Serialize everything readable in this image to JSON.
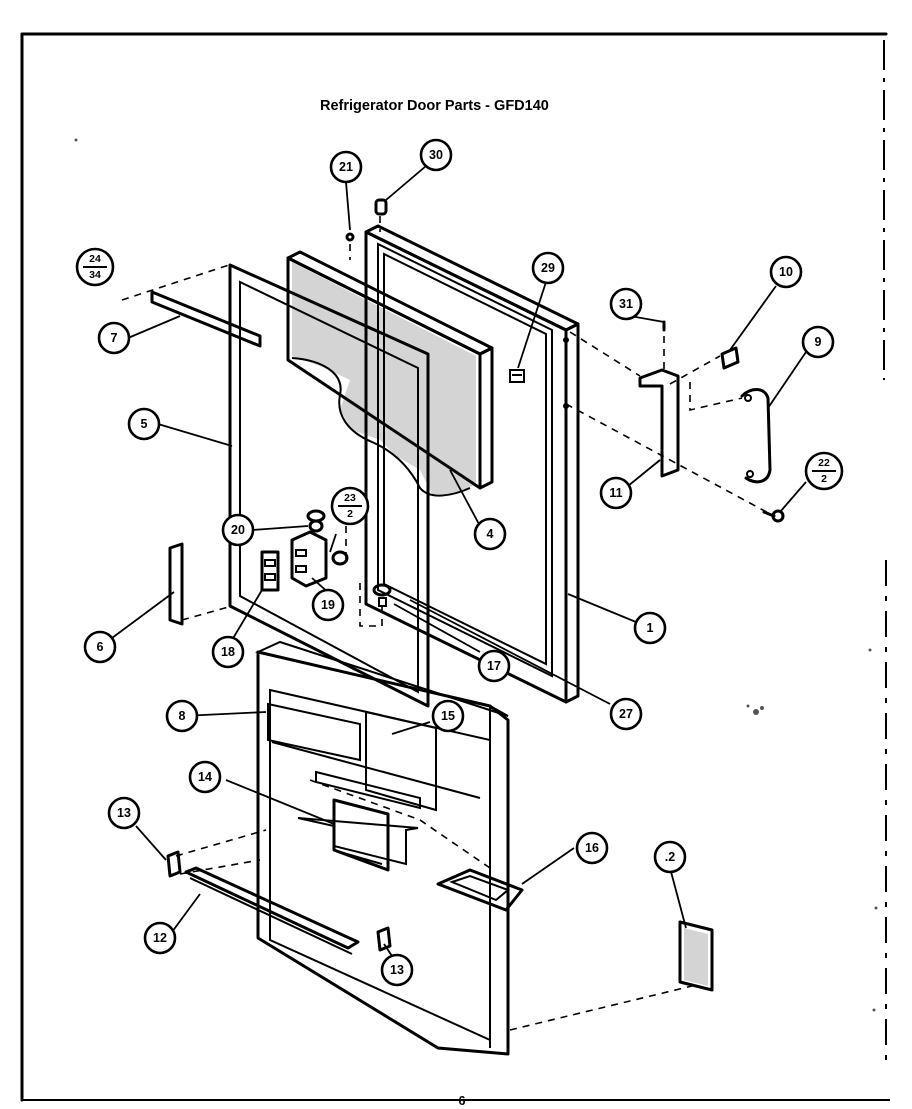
{
  "title": "Refrigerator Door Parts - GFD140",
  "page_number": "6",
  "callouts": [
    {
      "id": "c1",
      "label": "1"
    },
    {
      "id": "c2",
      "label": ".2"
    },
    {
      "id": "c4",
      "label": "4"
    },
    {
      "id": "c5",
      "label": "5"
    },
    {
      "id": "c6",
      "label": "6"
    },
    {
      "id": "c7",
      "label": "7"
    },
    {
      "id": "c8",
      "label": "8"
    },
    {
      "id": "c9",
      "label": "9"
    },
    {
      "id": "c10",
      "label": "10"
    },
    {
      "id": "c11",
      "label": "11"
    },
    {
      "id": "c12",
      "label": "12"
    },
    {
      "id": "c13a",
      "label": "13"
    },
    {
      "id": "c13b",
      "label": "13"
    },
    {
      "id": "c14",
      "label": "14"
    },
    {
      "id": "c15",
      "label": "15"
    },
    {
      "id": "c16",
      "label": "16"
    },
    {
      "id": "c17",
      "label": "17"
    },
    {
      "id": "c18",
      "label": "18"
    },
    {
      "id": "c19",
      "label": "19"
    },
    {
      "id": "c20",
      "label": "20"
    },
    {
      "id": "c21",
      "label": "21"
    },
    {
      "id": "c27",
      "label": "27"
    },
    {
      "id": "c29",
      "label": "29"
    },
    {
      "id": "c30",
      "label": "30"
    },
    {
      "id": "c31",
      "label": "31"
    }
  ],
  "fraction_callouts": [
    {
      "id": "f1",
      "top": "24",
      "bottom": "34"
    },
    {
      "id": "f2",
      "top": "23",
      "bottom": "2"
    },
    {
      "id": "f3",
      "top": "22",
      "bottom": "2"
    }
  ]
}
